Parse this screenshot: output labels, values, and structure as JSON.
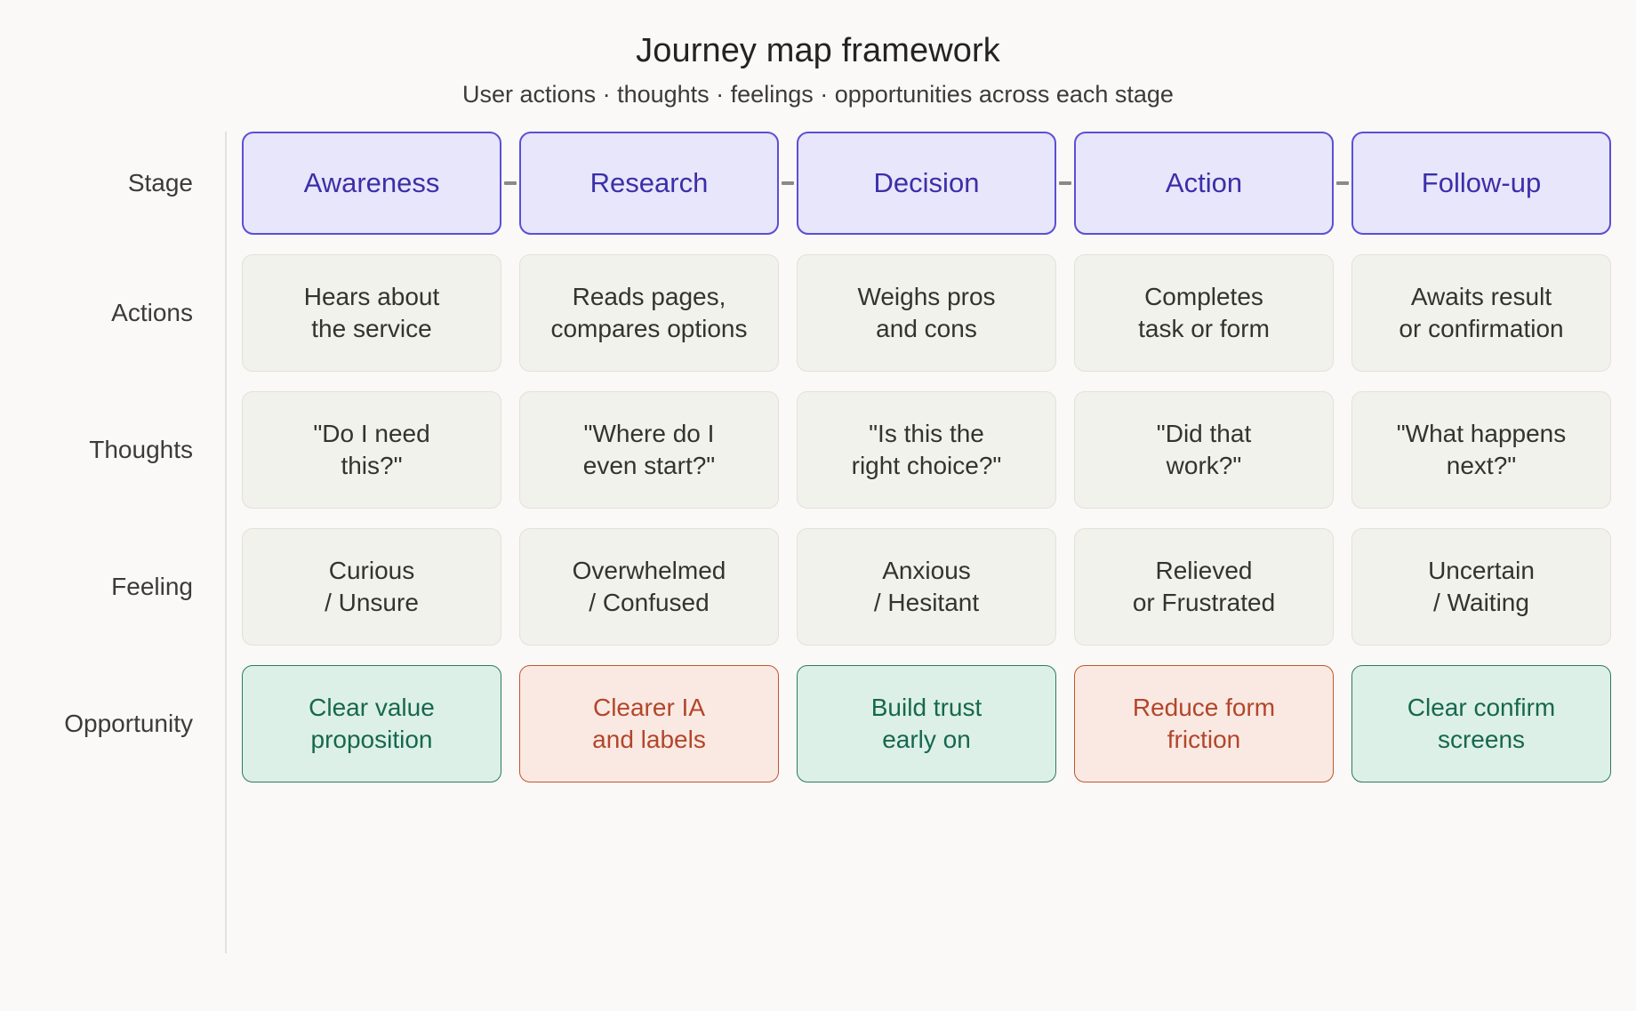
{
  "header": {
    "title": "Journey map framework",
    "subtitle": "User actions · thoughts · feelings · opportunities across each stage"
  },
  "colors": {
    "background": "#faf9f7",
    "stage_fill": "#e8e6fb",
    "stage_border": "#5b4fd6",
    "stage_text": "#3b2fa8",
    "neutral_fill": "#f2f2ec",
    "neutral_border": "#e2e1d9",
    "neutral_text": "#33332f",
    "opportunity_good_fill": "#ddf0e8",
    "opportunity_good_border": "#2b7a62",
    "opportunity_good_text": "#16684e",
    "opportunity_risk_fill": "#fae9e3",
    "opportunity_risk_border": "#c0562f",
    "opportunity_risk_text": "#b3462a",
    "divider": "#e3e2dd",
    "connector": "#8a8a84"
  },
  "row_labels": {
    "stage": "Stage",
    "actions": "Actions",
    "thoughts": "Thoughts",
    "feeling": "Feeling",
    "opportunity": "Opportunity"
  },
  "chart_data": {
    "type": "table",
    "title": "Journey map framework",
    "subtitle": "User actions · thoughts · feelings · opportunities across each stage",
    "columns": [
      "Awareness",
      "Research",
      "Decision",
      "Action",
      "Follow-up"
    ],
    "rows": [
      "Stage",
      "Actions",
      "Thoughts",
      "Feeling",
      "Opportunity"
    ],
    "legend": [],
    "grid": false
  },
  "stages": [
    {
      "label": "Awareness"
    },
    {
      "label": "Research"
    },
    {
      "label": "Decision"
    },
    {
      "label": "Action"
    },
    {
      "label": "Follow-up"
    }
  ],
  "actions": [
    {
      "line1": "Hears about",
      "line2": "the service"
    },
    {
      "line1": "Reads pages,",
      "line2": "compares options"
    },
    {
      "line1": "Weighs pros",
      "line2": "and cons"
    },
    {
      "line1": "Completes",
      "line2": "task or form"
    },
    {
      "line1": "Awaits result",
      "line2": "or confirmation"
    }
  ],
  "thoughts": [
    {
      "line1": "\"Do I need",
      "line2": "this?\""
    },
    {
      "line1": "\"Where do I",
      "line2": "even start?\""
    },
    {
      "line1": "\"Is this the",
      "line2": "right choice?\""
    },
    {
      "line1": "\"Did that",
      "line2": "work?\""
    },
    {
      "line1": "\"What happens",
      "line2": "next?\""
    }
  ],
  "feeling": [
    {
      "line1": "Curious",
      "line2": "/ Unsure"
    },
    {
      "line1": "Overwhelmed",
      "line2": "/ Confused"
    },
    {
      "line1": "Anxious",
      "line2": "/ Hesitant"
    },
    {
      "line1": "Relieved",
      "line2": "or Frustrated"
    },
    {
      "line1": "Uncertain",
      "line2": "/ Waiting"
    }
  ],
  "opportunity": [
    {
      "line1": "Clear value",
      "line2": "proposition",
      "tone": "good"
    },
    {
      "line1": "Clearer IA",
      "line2": "and labels",
      "tone": "risk"
    },
    {
      "line1": "Build trust",
      "line2": "early on",
      "tone": "good"
    },
    {
      "line1": "Reduce form",
      "line2": "friction",
      "tone": "risk"
    },
    {
      "line1": "Clear confirm",
      "line2": "screens",
      "tone": "good"
    }
  ]
}
